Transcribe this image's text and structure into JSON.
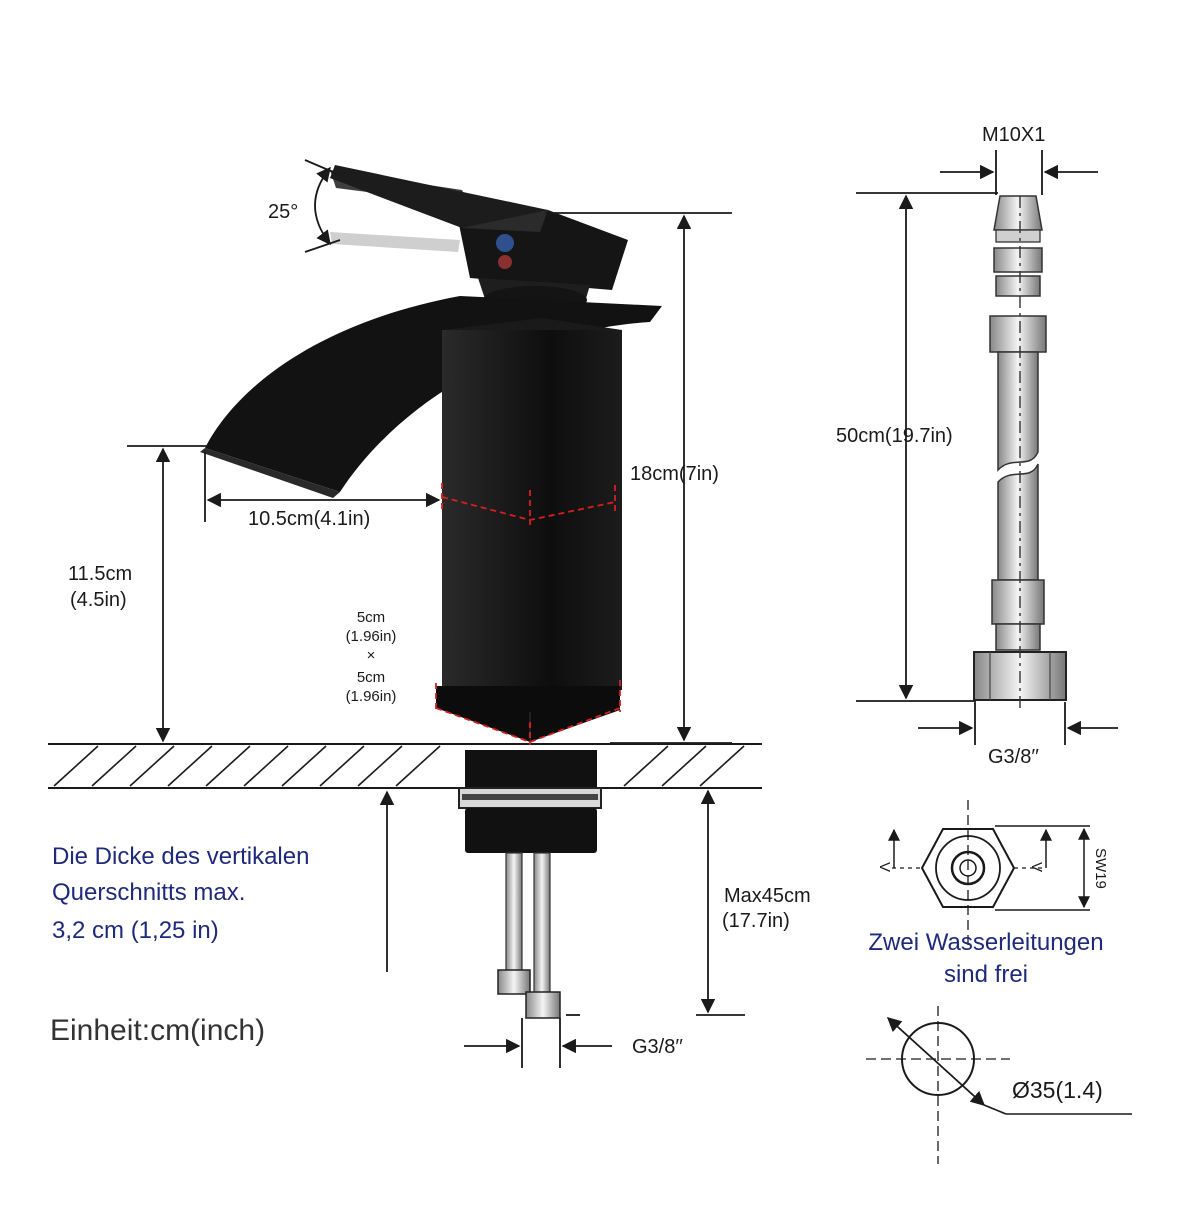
{
  "labels": {
    "angle": "25°",
    "total_height": "18cm(7in)",
    "spout_reach": "10.5cm(4.1in)",
    "spout_height_cm": "11.5cm",
    "spout_height_in": "(4.5in)",
    "body_w_cm": "5cm",
    "body_w_in": "(1.96in)",
    "times": "×",
    "body_d_cm": "5cm",
    "body_d_in": "(1.96in)",
    "deck_max_cm": "Max45cm",
    "deck_max_in": "(17.7in)",
    "bottom_thread": "G3/8′′",
    "hose_thread_top": "M10X1",
    "hose_length": "50cm(19.7in)",
    "hose_thread_bottom": "G3/8′′",
    "nut_size": "SW19",
    "nut_marker": "V",
    "hole_diameter": "Ø35(1.4)"
  },
  "notes": {
    "thickness_line1": "Die Dicke des vertikalen",
    "thickness_line2": "Querschnitts max.",
    "thickness_line3": "3,2 cm (1,25 in)",
    "hoses_line1": "Zwei Wasserleitungen",
    "hoses_line2": "sind frei",
    "unit": "Einheit:cm(inch)"
  },
  "colors": {
    "ink": "#1a1a1a",
    "faucet": "#121212",
    "section_marks": "#d62020",
    "note_text": "#1f2a7a"
  }
}
